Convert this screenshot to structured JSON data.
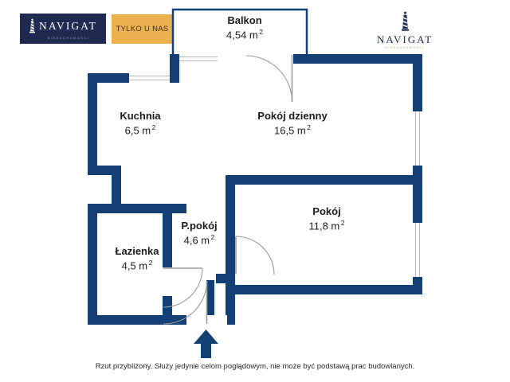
{
  "brand": {
    "left_logo": {
      "wordmark": "NAVIGAT",
      "subwordmark": "NIERUCHOMOŚCI",
      "icon": "lighthouse-icon",
      "background_color": "#1f2a52",
      "text_color": "#ffffff"
    },
    "right_logo": {
      "wordmark": "NAVIGAT",
      "subwordmark": "NIERUCHOMOŚCI",
      "icon": "lighthouse-icon",
      "text_color": "#1f2a52"
    }
  },
  "badge": {
    "label": "TYLKO U NAS",
    "background_color": "#edb04e",
    "text_color": "#3a2f14"
  },
  "floorplan": {
    "wall_color": "#134074",
    "window_color": "#ffffff",
    "door_arc_color": "#9a9a9a",
    "entrance_arrow": "entrance-arrow-up",
    "rooms": [
      {
        "id": "balkon",
        "name": "Balkon",
        "area": "4,54 m",
        "unit": "2"
      },
      {
        "id": "kuchnia",
        "name": "Kuchnia",
        "area": "6,5 m",
        "unit": "2"
      },
      {
        "id": "pokoj_dzienny",
        "name": "Pokój dzienny",
        "area": "16,5 m",
        "unit": "2"
      },
      {
        "id": "pokoj",
        "name": "Pokój",
        "area": "11,8 m",
        "unit": "2"
      },
      {
        "id": "ppokoj",
        "name": "P.pokój",
        "area": "4,6 m",
        "unit": "2"
      },
      {
        "id": "lazienka",
        "name": "Łazienka",
        "area": "4,5 m",
        "unit": "2"
      }
    ]
  },
  "footer": {
    "disclaimer": "Rzut przybliżony. Służy jedynie celom poglądowym, nie może być podstawą prac budowlanych."
  }
}
